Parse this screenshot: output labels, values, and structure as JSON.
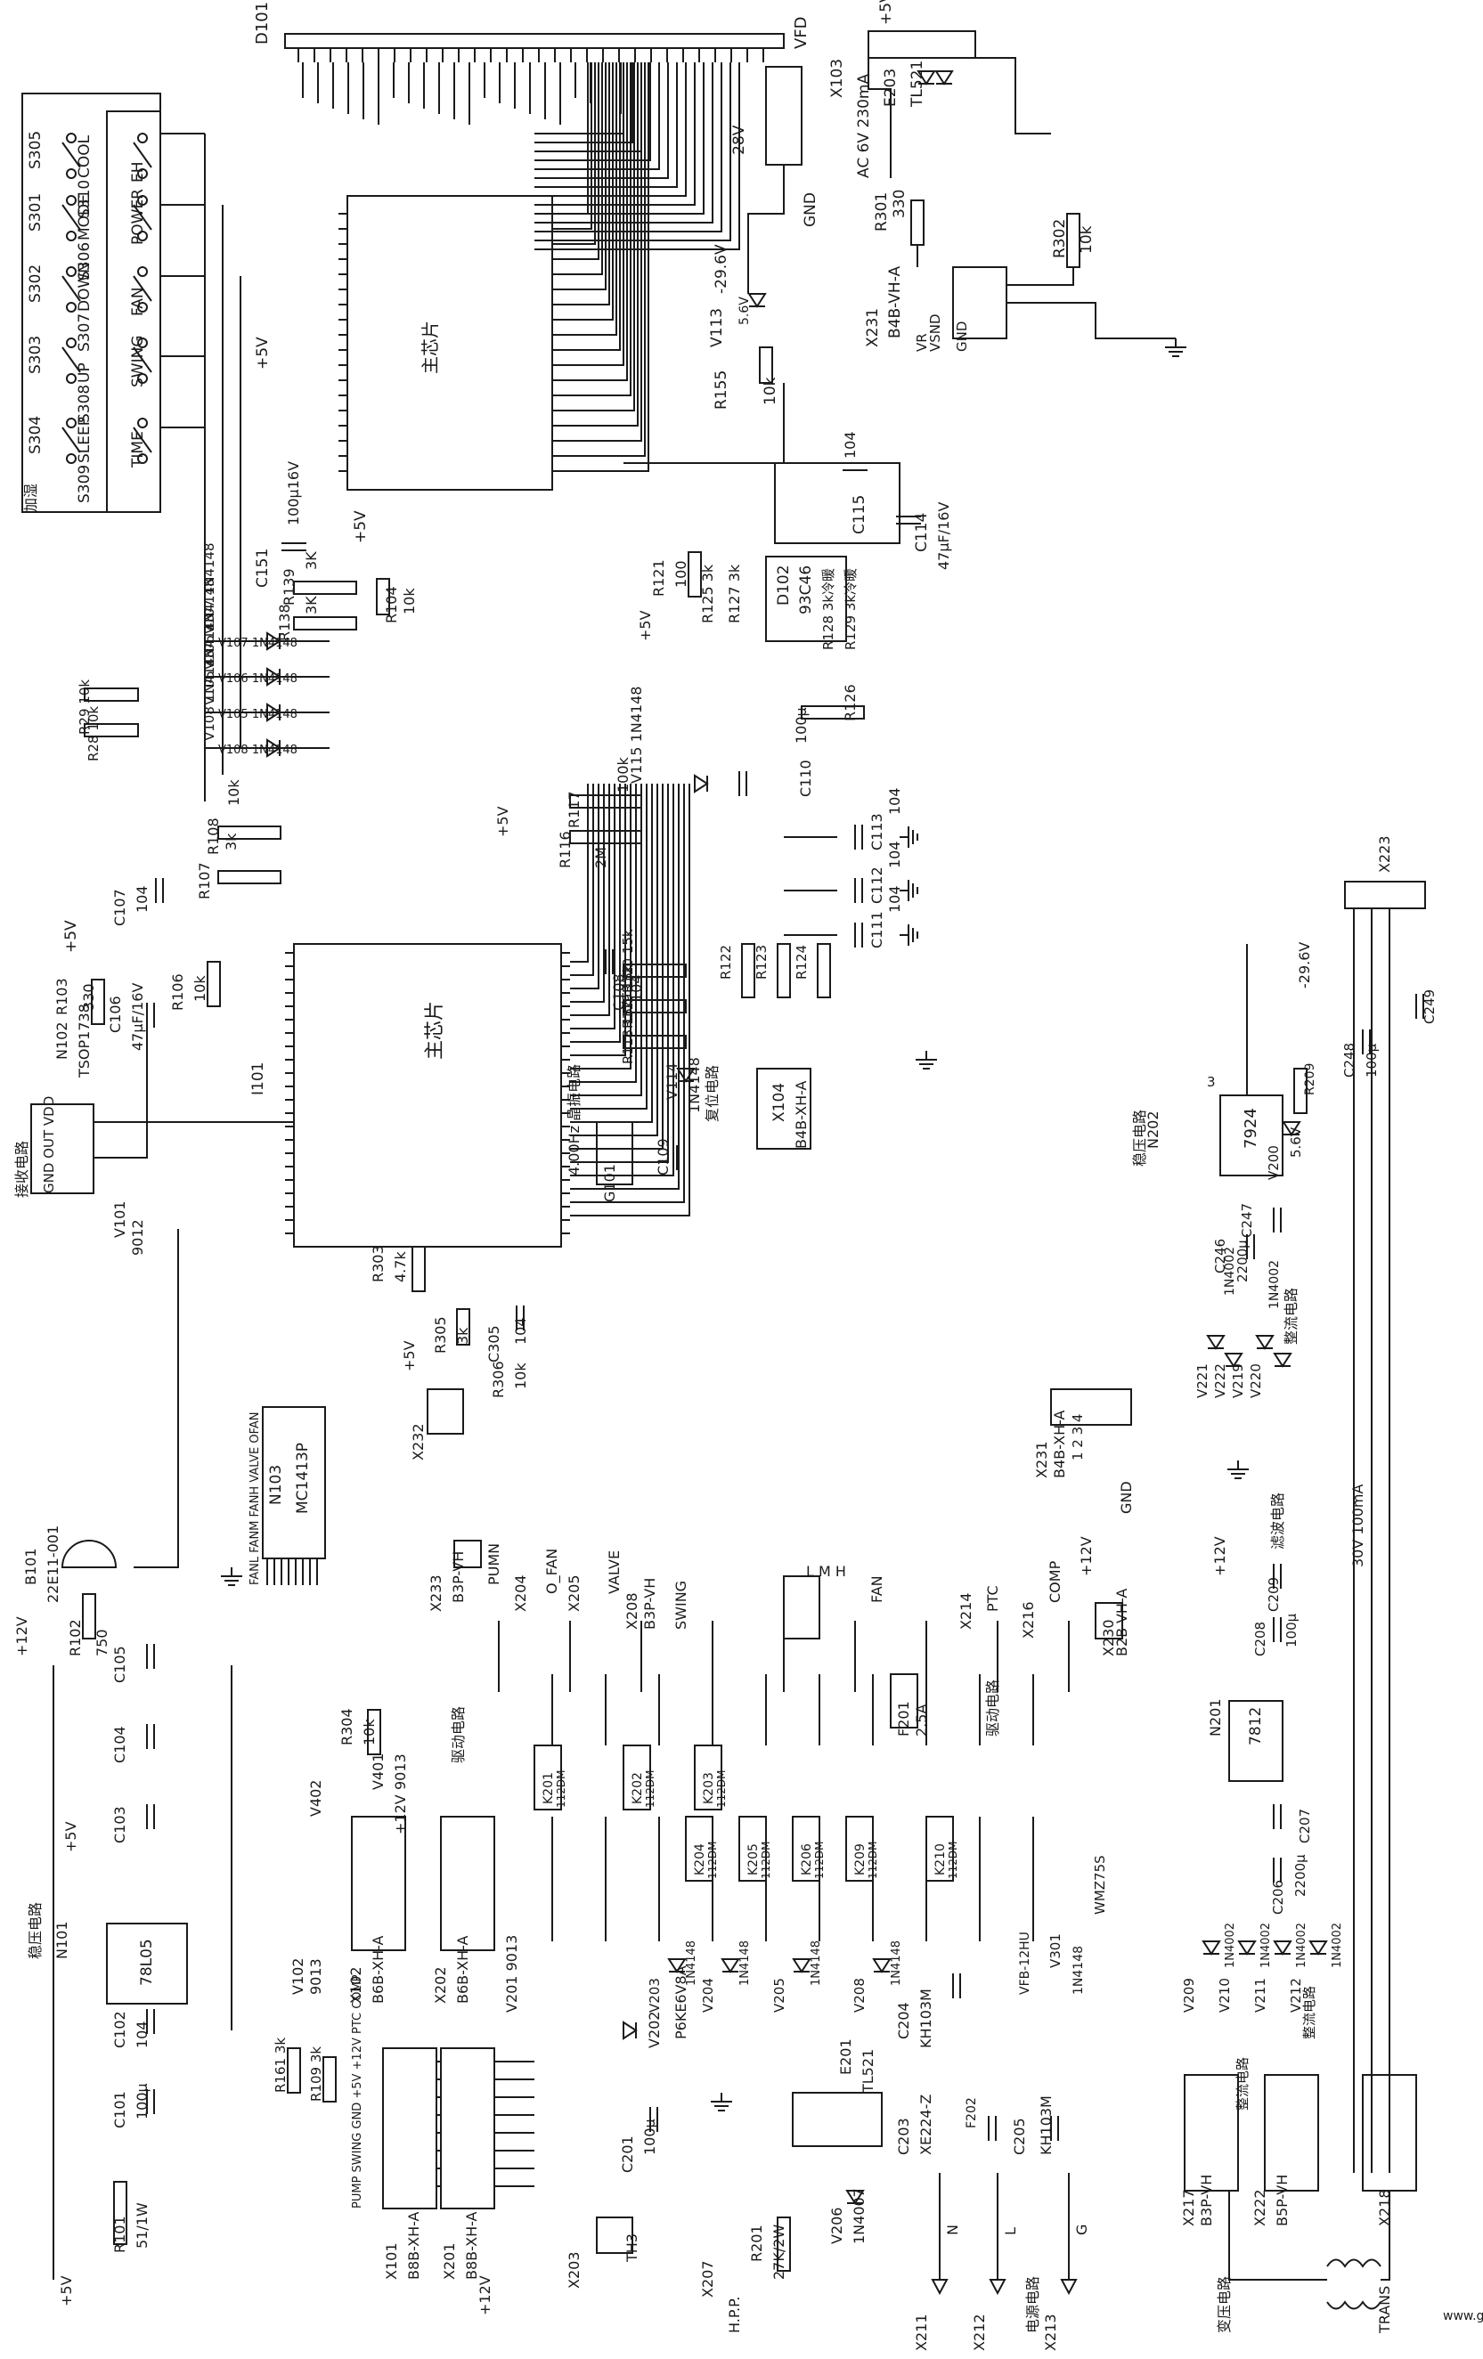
{
  "labels": {
    "d101": "D101",
    "vfd": "VFD",
    "x103": "X103",
    "ac_supply": "AC 6V 230mA",
    "e203": "E203",
    "tl521": "TL521",
    "plus5v": "+5V",
    "r301": "R301",
    "r301_val": "330",
    "r302": "R302",
    "r302_val": "10k",
    "x231": "X231",
    "b4b": "B4B-VH-A",
    "vr": "VR",
    "vsnd": "VSND",
    "gnd": "GND",
    "minus28v": "-28V",
    "minus296": "-29.6V",
    "v113": "V113",
    "v113_val": "5.6V",
    "r155": "R155",
    "r155_val": "10k",
    "main_chip_top": "主芯片",
    "main_chip_mid": "主芯片",
    "s305": "S305",
    "cool": "COOL",
    "s310": "S310",
    "eh": "EH",
    "s301": "S301",
    "mode": "MODE",
    "s306": "S306",
    "power": "POWER",
    "s302": "S302",
    "down": "DOWN",
    "s307": "S307",
    "fan": "FAN",
    "s303": "S303",
    "up": "UP",
    "s308": "S308",
    "swing": "SWING",
    "s304": "S304",
    "sleep": "SLEEP",
    "s309": "S309",
    "time": "TIME",
    "jiashi": "加湿",
    "c151": "C151",
    "c151_val": "100μ16V",
    "r139": "R139",
    "r139_val": "3K",
    "r138": "R138",
    "r138_val": "3K",
    "r104": "R104",
    "r104_val": "10k",
    "c115": "C115",
    "c114": "C114",
    "c114_val": "47μF/16V",
    "r121": "R121",
    "r121_val": "100",
    "r125": "R125 3k",
    "r127": "R127 3k",
    "d102": "D102",
    "d102_val": "93C46",
    "r128": "R128 3k冷暖",
    "r129": "R129 3k冷暖",
    "v107": "V107 1N4148",
    "v106": "V106 1N4148",
    "v105": "V105 1N4148",
    "v108": "V108 1N4148",
    "v115": "V115 1N4148",
    "r126": "R126",
    "c110": "C110",
    "c110_val": "100μ",
    "r117": "R117",
    "r117_val": "100k",
    "r116": "R116",
    "r116_val": "2M",
    "c113": "C113",
    "c112": "C112",
    "c111": "C111",
    "val104": "104",
    "r29": "R29 10k",
    "r28": "R28 10k",
    "r108": "R108",
    "r108_val": "10k",
    "r107": "R107",
    "r107_val": "3k",
    "c107": "C107",
    "c107_val": "104",
    "r103": "R103",
    "r103_val": "330",
    "c106": "C106",
    "c106_val": "47μF/16V",
    "r106": "R106",
    "r106_val": "10k",
    "n102": "N102",
    "tsop": "TSOP1738",
    "jieshou": "接收电路",
    "gnd_out_vdd": "GND OUT VDD",
    "i101": "I101",
    "c108": "C108",
    "c108_val": "104",
    "r120": "R120 15k",
    "r119": "R119 15k",
    "r118": "R118 15k",
    "r122": "R122",
    "r123": "R123",
    "r124": "R124",
    "x104": "X104",
    "x104_b4b": "B4B-XH-A",
    "v114": "V114",
    "v114_val": "1N4148",
    "fuwei": "复位电路",
    "c109": "C109",
    "g101": "G101",
    "osc": "4.00Hz 晶振电路",
    "n202": "N202",
    "wenya": "稳压电路",
    "ic7924": "7924",
    "r209": "R209",
    "v200": "V200",
    "v200_val": "5.6V",
    "c247": "C247",
    "c246": "C246",
    "c246_val": "2200μ",
    "c248": "C248",
    "c248_val": "100μ",
    "c249": "C249",
    "x223": "X223",
    "v101": "V101",
    "v101_val": "9012",
    "r303": "R303",
    "r303_val": "4.7k",
    "r305": "R305",
    "r305_val": "3k",
    "c305": "C305",
    "c305_val": "104",
    "r306": "R306",
    "r306_val": "10k",
    "x232": "X232",
    "v221": "V221",
    "v222": "V222",
    "v219": "V219",
    "v220": "V220",
    "in4002": "1N4002",
    "zhengliu": "整流电路",
    "b101": "B101",
    "b101_val": "22E11-001",
    "r102": "R102",
    "r102_val": "750",
    "n103": "N103",
    "mc1413": "MC1413P",
    "x231b": "X231",
    "b4bxh": "B4B-XH-A",
    "pins1234": "1 2 3 4",
    "x233": "X233",
    "b3p_vh": "B3P-VH",
    "pumn": "PUMN",
    "x204": "X204",
    "o_fan": "O_FAN",
    "x205": "X205",
    "valve": "VALVE",
    "x208": "X208",
    "swing_lbl": "SWING",
    "lmh": "L M H",
    "f201": "F201",
    "f201_val": "2.5A",
    "x214": "X214",
    "ptc": "PTC",
    "x216": "X216",
    "comp": "COMP",
    "x230": "X230",
    "b2b": "B2B-VH-A",
    "lvbo": "滤波电路",
    "power_spec": "30V 100mA",
    "plus12v": "+12V",
    "c209": "C209",
    "c208": "C208",
    "c208_val": "100μ",
    "n201": "N201",
    "ic7812": "7812",
    "c207": "C207",
    "c206": "C206",
    "c206_val": "2200μ",
    "c105": "C105",
    "c104": "C104",
    "c103": "C103",
    "r304": "R304",
    "r304_val": "10k",
    "v401": "V401",
    "v401_val": "9013",
    "qudong": "驱动电路",
    "v402": "V402",
    "k201": "K201",
    "k202": "K202",
    "k203": "K203",
    "k204": "K204",
    "k205": "K205",
    "k206": "K206",
    "k209": "K209",
    "k210": "K210",
    "relay": "112DM",
    "v203": "V203",
    "v204": "V204",
    "v205": "V205",
    "v208": "V208",
    "v301": "V301",
    "in4148": "1N4148",
    "wmz": "WMZ75S",
    "vfb": "VFB-12HU",
    "n101": "N101",
    "ic78l05": "78L05",
    "c102": "C102",
    "c101": "C101",
    "c101_val": "100μ",
    "r101": "R101",
    "r101_val": "51/1W",
    "v102": "V102",
    "v102_val": "9013",
    "r161": "R161 3k",
    "r109": "R109 3k",
    "x102": "X102",
    "x202": "X202",
    "b6b": "B6B-XH-A",
    "x101": "X101",
    "x201": "X201",
    "b8b": "B8B-XH-A",
    "v201": "V201 9013",
    "v202": "V202",
    "p6ke": "P6KE6V8A",
    "c204": "C204",
    "kh103m": "KH103M",
    "c203": "C203",
    "xe224": "XE224-Z",
    "c205": "C205",
    "c205_val": "KH103M",
    "e201": "E201",
    "tl521b": "TL521",
    "c201": "C201",
    "c201_val": "100μ",
    "x203": "X203",
    "th3": "TH3",
    "x207": "X207",
    "hpp": "H.P.P.",
    "r201": "R201",
    "r201_val": "27K/2W",
    "v206": "V206",
    "v206_val": "1N4007",
    "f202": "F202",
    "x211": "X211",
    "x212": "X212",
    "x213": "X213",
    "n": "N",
    "l": "L",
    "g": "G",
    "dianyuan": "电源电路",
    "x217": "X217",
    "x217_b3p": "B3P-VH",
    "x222": "X222",
    "b5p_vh": "B5P-VH",
    "zhengliu2": "整流电路",
    "v209": "V209",
    "v210": "V210",
    "v211": "V211",
    "v212": "V212",
    "x218": "X218",
    "trans": "TRANS",
    "bianya": "变压电路",
    "watermark": "www.go-gddq.com",
    "pin_list_x101": "PUMP SWING GND +5V +12V PTC COMP",
    "pin_list_x102": "FANL FANM FANH VALVE OFAN",
    "plus12v_b": "+12V",
    "pin3": "3",
    "pin2": "2",
    "pin1": "1"
  }
}
